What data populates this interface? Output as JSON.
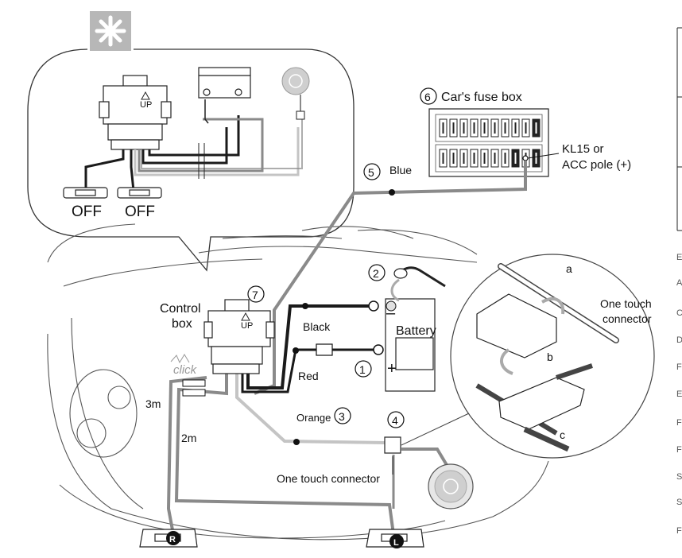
{
  "labels": {
    "off_left": "OFF",
    "off_right": "OFF",
    "up_small": "UP",
    "up_main": "UP",
    "fuse_box": "Car's fuse box",
    "kl15_line1": "KL15 or",
    "kl15_line2": "ACC pole (+)",
    "blue": "Blue",
    "control_line1": "Control",
    "control_line2": "box",
    "black": "Black",
    "battery": "Battery",
    "red": "Red",
    "click": "click",
    "orange": "Orange",
    "three_m": "3m",
    "two_m": "2m",
    "one_touch_bottom": "One touch connector",
    "one_touch_right_line1": "One touch",
    "one_touch_right_line2": "connector",
    "letter_a": "a",
    "letter_b": "b",
    "letter_c": "c",
    "lamp_R": "R",
    "lamp_L": "L",
    "plus": "+",
    "minus": "–"
  },
  "callouts": {
    "n1": "1",
    "n2": "2",
    "n3": "3",
    "n4": "4",
    "n5": "5",
    "n6": "6",
    "n7": "7"
  },
  "side_letters": [
    "E",
    "A",
    "C",
    "D",
    "F",
    "E",
    "F",
    "F",
    "S",
    "S",
    "F"
  ],
  "colors": {
    "wire_gray": "#8a8a8a",
    "wire_light": "#c4c4c4",
    "wire_black": "#1a1a1a",
    "logo_bg": "#b7b7b7",
    "line": "#555555"
  },
  "icons": [
    "snowflake-logo-icon",
    "lamp-icon",
    "fuse-icon",
    "battery-icon",
    "rotate-arrow-icon"
  ]
}
